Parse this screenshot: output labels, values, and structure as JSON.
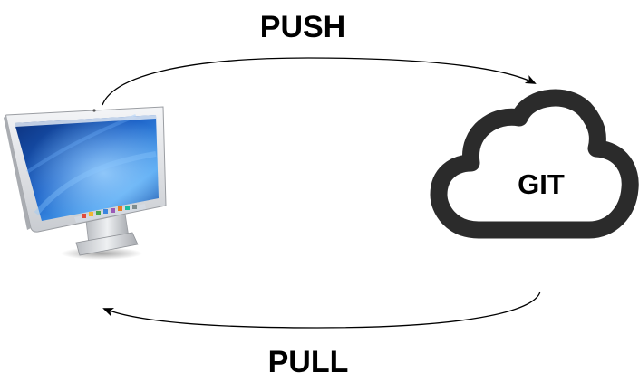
{
  "labels": {
    "push": "PUSH",
    "pull": "PULL",
    "cloud": "GIT"
  },
  "icons": {
    "computer": "computer-monitor-icon",
    "cloud": "cloud-icon"
  },
  "colors": {
    "cloud_stroke": "#2b2b2b",
    "arrow": "#000000",
    "text": "#000000"
  }
}
